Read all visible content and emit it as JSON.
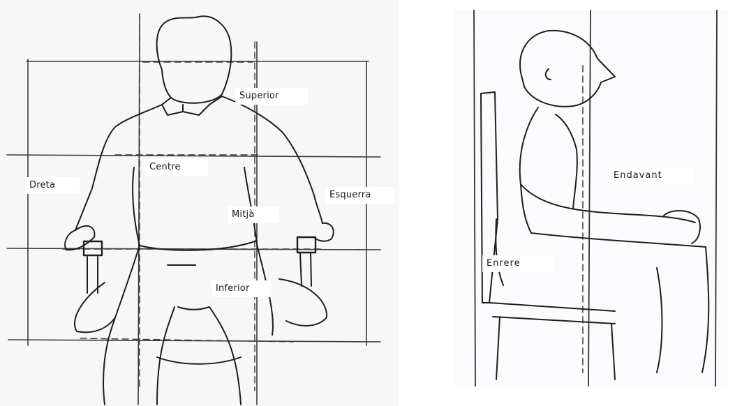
{
  "front_view": {
    "labels": {
      "superior": "Superior",
      "centre": "Centre",
      "dreta": "Dreta",
      "esquerra": "Esquerra",
      "mitja": "Mitjà",
      "inferior": "Inferior"
    }
  },
  "side_view": {
    "labels": {
      "endavant": "Endavant",
      "enrere": "Enrere"
    }
  }
}
